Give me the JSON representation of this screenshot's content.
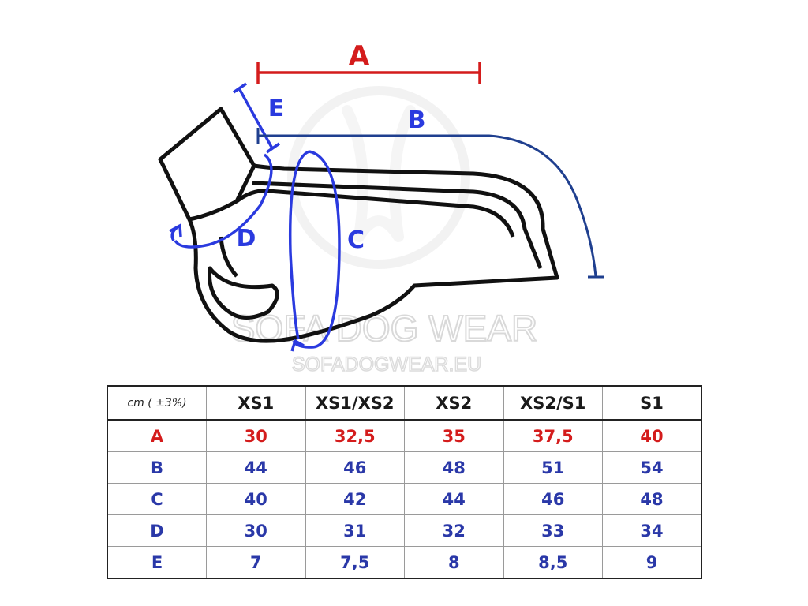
{
  "diagram": {
    "labels": {
      "a": "A",
      "b": "B",
      "c": "C",
      "d": "D",
      "e": "E"
    },
    "watermark": {
      "line1": "SOFA DOG WEAR",
      "line2": "SOFADOGWEAR.EU"
    },
    "colors": {
      "a": "#d41c1c",
      "b": "#1f3f8f",
      "cde": "#2a3adf",
      "outline": "#111111"
    }
  },
  "table": {
    "unit_header": "cm ( ±3%)",
    "sizes": [
      "XS1",
      "XS1/XS2",
      "XS2",
      "XS2/S1",
      "S1"
    ],
    "rows": [
      {
        "label": "A",
        "values": [
          "30",
          "32,5",
          "35",
          "37,5",
          "40"
        ]
      },
      {
        "label": "B",
        "values": [
          "44",
          "46",
          "48",
          "51",
          "54"
        ]
      },
      {
        "label": "C",
        "values": [
          "40",
          "42",
          "44",
          "46",
          "48"
        ]
      },
      {
        "label": "D",
        "values": [
          "30",
          "31",
          "32",
          "33",
          "34"
        ]
      },
      {
        "label": "E",
        "values": [
          "7",
          "7,5",
          "8",
          "8,5",
          "9"
        ]
      }
    ]
  }
}
